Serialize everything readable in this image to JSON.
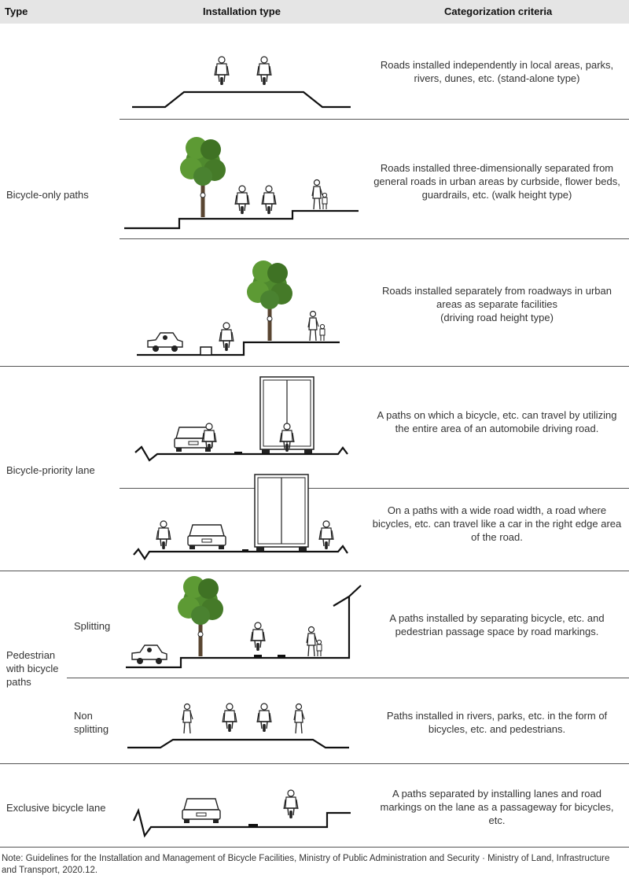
{
  "header": {
    "type": "Type",
    "installation": "Installation type",
    "criteria": "Categorization criteria"
  },
  "types": {
    "bicycle_only": "Bicycle-only paths",
    "priority": "Bicycle-priority lane",
    "pedestrian_l1": "Pedestrian",
    "pedestrian_l2": "with bicycle",
    "pedestrian_l3": "paths",
    "splitting": "Splitting",
    "non_splitting_l1": "Non",
    "non_splitting_l2": "splitting",
    "exclusive": "Exclusive bicycle lane"
  },
  "criteria": {
    "r1_l1": "Roads installed independently in local areas, parks,",
    "r1_l2": "rivers, dunes, etc. (stand-alone type)",
    "r2_l1": "Roads installed three-dimensionally separated from",
    "r2_l2": "general roads in urban areas by curbside, flower beds,",
    "r2_l3": "guardrails, etc. (walk height type)",
    "r3_l1": "Roads installed separately from roadways in urban",
    "r3_l2": "areas as separate facilities",
    "r3_l3": "(driving road height type)",
    "r4_l1": "A paths on which a bicycle, etc. can travel by utilizing",
    "r4_l2": "the entire area of an automobile driving road.",
    "r5_l1": "On a paths with a wide road width, a road where",
    "r5_l2": "bicycles, etc. can travel like a car in the right edge area",
    "r5_l3": "of the road.",
    "r6_l1": "A paths installed by separating bicycle, etc. and",
    "r6_l2": "pedestrian passage space by road markings.",
    "r7_l1": "Paths installed in rivers, parks, etc. in the form of",
    "r7_l2": "bicycles, etc. and pedestrians.",
    "r8_l1": "A paths separated by installing lanes and road",
    "r8_l2": "markings on the lane as a passageway for bicycles,",
    "r8_l3": "etc."
  },
  "note": {
    "l1": "Note: Guidelines for the Installation and Management of Bicycle Facilities, Ministry of Public Administration and Security · Ministry of Land, Infrastructure",
    "l2": "and Transport, 2020.12."
  }
}
